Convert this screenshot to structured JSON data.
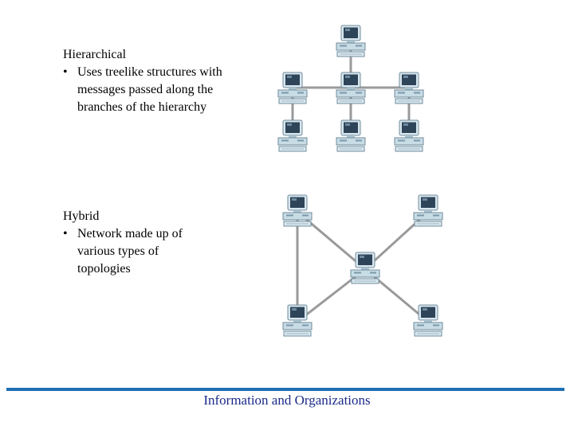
{
  "hierarchical": {
    "heading": "Hierarchical",
    "bullet_symbol": "•",
    "bullet": "Uses treelike structures with messages passed along the branches of the hierarchy"
  },
  "hybrid": {
    "heading": "Hybrid",
    "bullet_symbol": "•",
    "bullet": "Network made up of various types of topologies"
  },
  "footer": {
    "text": "Information and Organizations"
  },
  "icons": {
    "computer": "desktop-computer-icon"
  },
  "colors": {
    "footer_rule": "#1f6fb5",
    "footer_text": "#1a2a8a",
    "connector": "#9a9a9a",
    "monitor_screen": "#2e4458",
    "case_body": "#c8dce6",
    "case_outline": "#6f8c9c"
  }
}
